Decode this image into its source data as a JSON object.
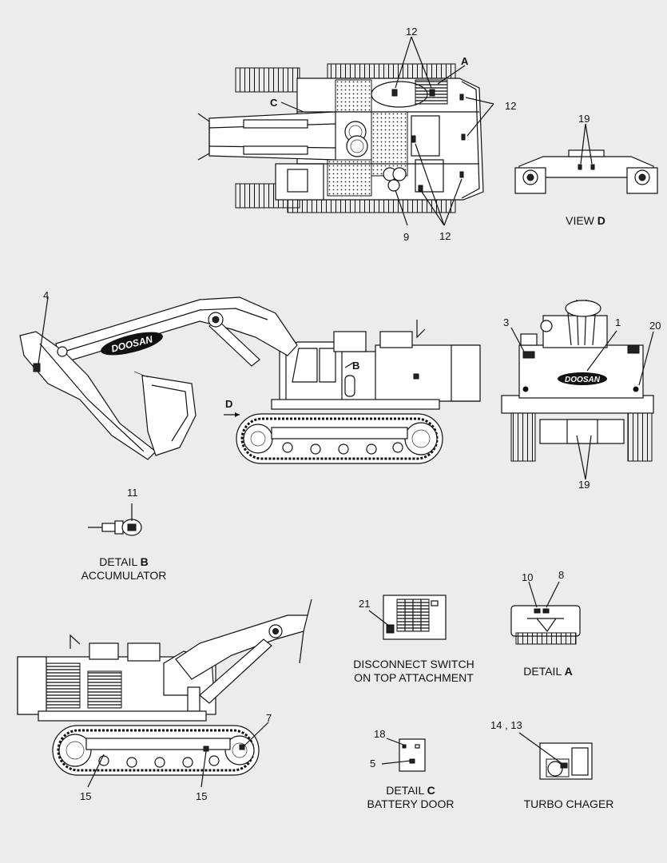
{
  "callouts": {
    "c12_top": "12",
    "cA_top": "A",
    "cC_top": "C",
    "c12_right": "12",
    "c9": "9",
    "c12_bottom": "12",
    "c19_view": "19",
    "c4": "4",
    "cB": "B",
    "cD": "D",
    "c3": "3",
    "c1": "1",
    "c20": "20",
    "c19_rear": "19",
    "c11": "11",
    "c10": "10",
    "c8": "8",
    "c21": "21",
    "c7": "7",
    "c15_left": "15",
    "c15_right": "15",
    "c18": "18",
    "c5": "5",
    "c14_13": "14 , 13"
  },
  "captions": {
    "view_d_prefix": "VIEW",
    "view_d_letter": "D",
    "detail_b_prefix": "DETAIL",
    "detail_b_letter": "B",
    "detail_b_sub": "ACCUMULATOR",
    "disconnect_line1": "DISCONNECT SWITCH",
    "disconnect_line2": "ON TOP ATTACHMENT",
    "detail_a_prefix": "DETAIL",
    "detail_a_letter": "A",
    "detail_c_prefix": "DETAIL",
    "detail_c_letter": "C",
    "detail_c_sub": "BATTERY DOOR",
    "turbo": "TURBO CHAGER"
  },
  "logos": {
    "brand": "DOOSAN"
  }
}
